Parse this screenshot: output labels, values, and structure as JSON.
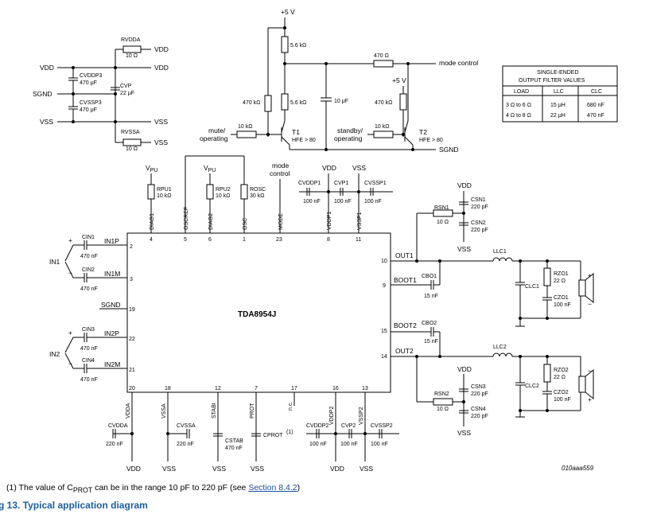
{
  "supply": {
    "plus5v": "+5 V",
    "vdd": "VDD",
    "vss": "VSS",
    "sgnd": "SGND"
  },
  "chip": {
    "name": "TDA8954J"
  },
  "mode_control": "mode control",
  "mode_control_2": "mode\ncontrol",
  "mute": "mute/\noperating",
  "standby": "standby/\noperating",
  "t1": {
    "name": "T1",
    "hfe": "HFE > 80"
  },
  "t2": {
    "name": "T2",
    "hfe": "HFE > 80"
  },
  "res": {
    "r56a": "5.6 kΩ",
    "r56b": "5.6 kΩ",
    "r470a": "470 kΩ",
    "r470b": "470 kΩ",
    "r10ka": "10 kΩ",
    "r10kb": "10 kΩ",
    "r470": "470 Ω",
    "rvdda": "RVDDA",
    "rvdda_v": "10 Ω",
    "rvssa": "RVSSA",
    "rvssa_v": "10 Ω",
    "rpu1": "RPU1",
    "rpu1_v": "10 kΩ",
    "rpu2": "RPU2",
    "rpu2_v": "10 kΩ",
    "rosc": "ROSC",
    "rosc_v": "30 kΩ",
    "rsn1": "RSN1",
    "rsn1_v": "10 Ω",
    "rsn2": "RSN2",
    "rsn2_v": "10 Ω",
    "rzo1": "RZO1",
    "rzo1_v": "22 Ω",
    "rzo2": "RZO2",
    "rzo2_v": "22 Ω"
  },
  "caps": {
    "c10u": "10 μF",
    "cvddp3": "CVDDP3",
    "cvddp3_v": "470 μF",
    "cvssp3": "CVSSP3",
    "cvssp3_v": "470 μF",
    "cvp": "CVP",
    "cvp_v": "22 μF",
    "cvddp1": "CVDDP1",
    "cvp1": "CVP1",
    "cvssp1": "CVSSP1",
    "c100n": "100 nF",
    "cin1": "CIN1",
    "cin2": "CIN2",
    "cin3": "CIN3",
    "cin4": "CIN4",
    "c470n": "470 nF",
    "csn1": "CSN1",
    "csn2": "CSN2",
    "csn3": "CSN3",
    "csn4": "CSN4",
    "c220p": "220 pF",
    "cbo1": "CBO1",
    "cbo2": "CBO2",
    "c15n": "15 nF",
    "clc1": "CLC1",
    "clc2": "CLC2",
    "czo1": "CZO1",
    "czo2": "CZO2",
    "cvdda": "CVDDA",
    "cvssa": "CVSSA",
    "cstab": "CSTAB",
    "cstab_v": "470 nF",
    "cprot": "CPROT",
    "cprot_sup": "(1)",
    "cvddp2": "CVDDP2",
    "cvp2": "CVP2",
    "cvssp2": "CVSSP2",
    "c220n": "220 nF"
  },
  "inductors": {
    "llc1": "LLC1",
    "llc2": "LLC2"
  },
  "inputs": {
    "in1": "IN1",
    "in2": "IN2",
    "plus": "+",
    "minus": "−"
  },
  "pins": {
    "diag1": "DIAG1",
    "oscref": "OSCREF",
    "diag2": "DIAG2",
    "osc": "OSC",
    "mode": "MODE",
    "vddp1": "VDDP1",
    "vssp1": "VSSP1",
    "in1p": "IN1P",
    "in1m": "IN1M",
    "sgnd": "SGND",
    "in2p": "IN2P",
    "in2m": "IN2M",
    "out1": "OUT1",
    "boot1": "BOOT1",
    "boot2": "BOOT2",
    "out2": "OUT2",
    "vdda": "VDDA",
    "vssa": "VSSA",
    "stabi": "STABI",
    "prot": "PROT",
    "nc": "n.c.",
    "vddp2": "VDDP2",
    "vssp2": "VSSP2"
  },
  "pin_numbers": {
    "p4": "4",
    "p5": "5",
    "p6": "6",
    "p1": "1",
    "p23": "23",
    "p8": "8",
    "p11": "11",
    "p2": "2",
    "p3": "3",
    "p19": "19",
    "p22": "22",
    "p21": "21",
    "p10": "10",
    "p9": "9",
    "p15": "15",
    "p14": "14",
    "p20": "20",
    "p18": "18",
    "p12": "12",
    "p7": "7",
    "p17": "17",
    "p16": "16",
    "p13": "13"
  },
  "filter_table": {
    "title": "SINGLE-ENDED\nOUTPUT FILTER VALUES",
    "headers": [
      "LOAD",
      "LLC",
      "CLC"
    ],
    "rows": [
      [
        "3 Ω to 6 Ω",
        "15 μH",
        "680 nF"
      ],
      [
        "4 Ω to 8 Ω",
        "22 μH",
        "470 nF"
      ]
    ]
  },
  "footnote": {
    "prefix": "(1)   The value of C",
    "sub": "PROT",
    "mid": " can be in the range 10 pF to 220 pF (see ",
    "link": "Section 8.4.2",
    "suffix": ")"
  },
  "caption": "g 13.   Typical application diagram",
  "figure_ref": "010aaa559"
}
